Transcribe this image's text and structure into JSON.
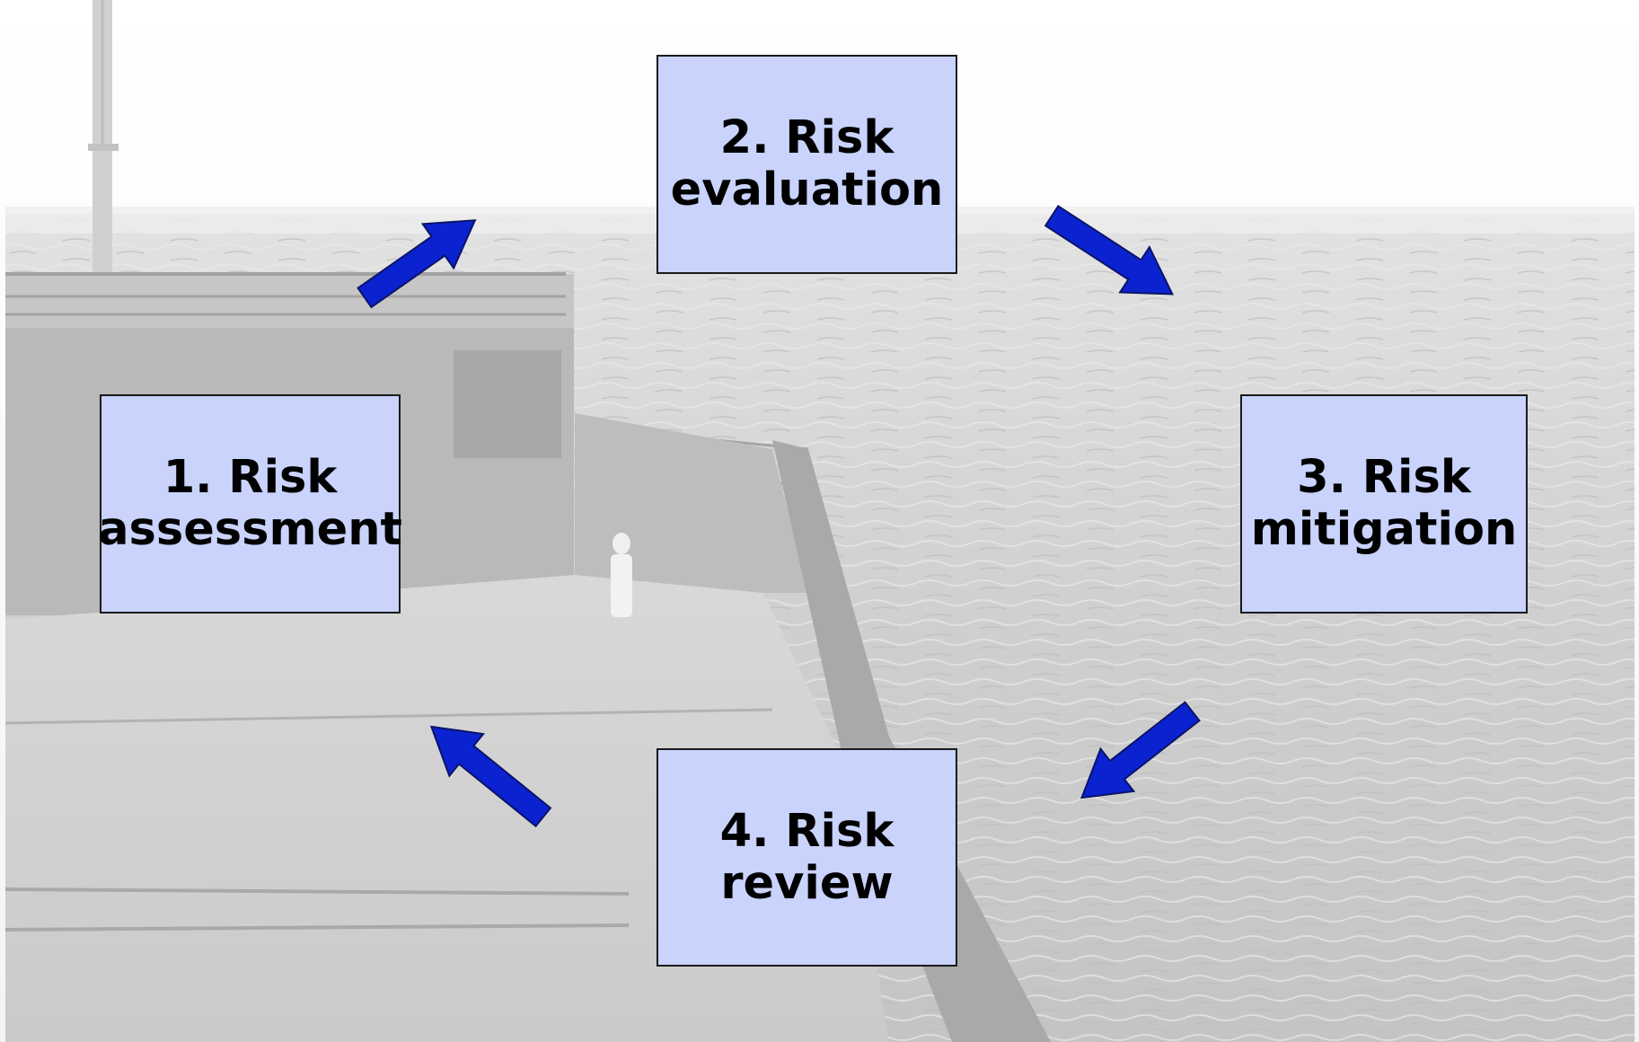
{
  "diagram": {
    "steps": [
      {
        "id": "assessment",
        "label": "1. Risk\nassessment"
      },
      {
        "id": "evaluation",
        "label": "2. Risk\nevaluation"
      },
      {
        "id": "mitigation",
        "label": "3. Risk\nmitigation"
      },
      {
        "id": "review",
        "label": "4. Risk\nreview"
      }
    ],
    "box_fill": "#c9d3fb",
    "box_border": "#1a1a1a",
    "arrow_color": "#0a22d0",
    "arrow_outline": "#0b1466",
    "background": "desaturated photo of a ship deck at sea"
  }
}
